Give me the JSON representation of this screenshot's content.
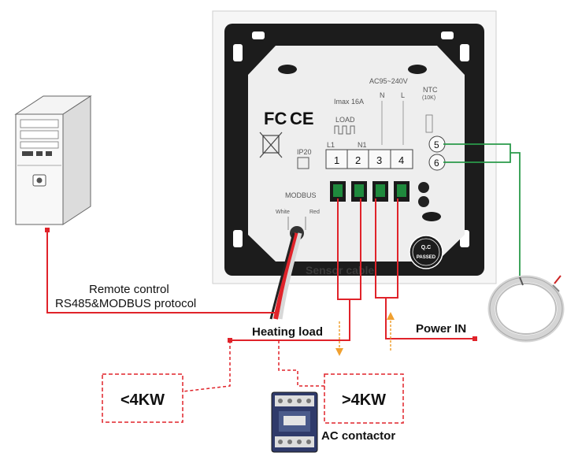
{
  "labels": {
    "remote_line1": "Remote control",
    "remote_line2": "RS485&MODBUS protocol",
    "heating_load": "Heating load",
    "power_in": "Power IN",
    "small_load": "<4KW",
    "large_load": ">4KW",
    "ac_contactor": "AC contactor"
  },
  "thermostat": {
    "voltage": "AC95~240V",
    "imax": "Imax 16A",
    "load": "LOAD",
    "fc_mark": "FC",
    "ce_mark": "CE",
    "ip_rating": "IP20",
    "modbus": "MODBUS",
    "modbus_white": "White",
    "modbus_red": "Red",
    "neutral": "N",
    "live": "L",
    "ntc": "NTC",
    "ntc_spec": "(10K)",
    "l1": "L1",
    "n1": "N1",
    "sensor_cable": "Sensor cable",
    "qc_line1": "Q.C",
    "qc_line2": "PASSED",
    "terminals": [
      "1",
      "2",
      "3",
      "4"
    ],
    "sensor_terminals": [
      "5",
      "6"
    ]
  },
  "colors": {
    "red_wire": "#e0232a",
    "green_wire": "#2a9a4a",
    "orange_arrow": "#f0a030",
    "panel_frame": "#1c1c1c",
    "panel_body": "#eeeeee"
  }
}
